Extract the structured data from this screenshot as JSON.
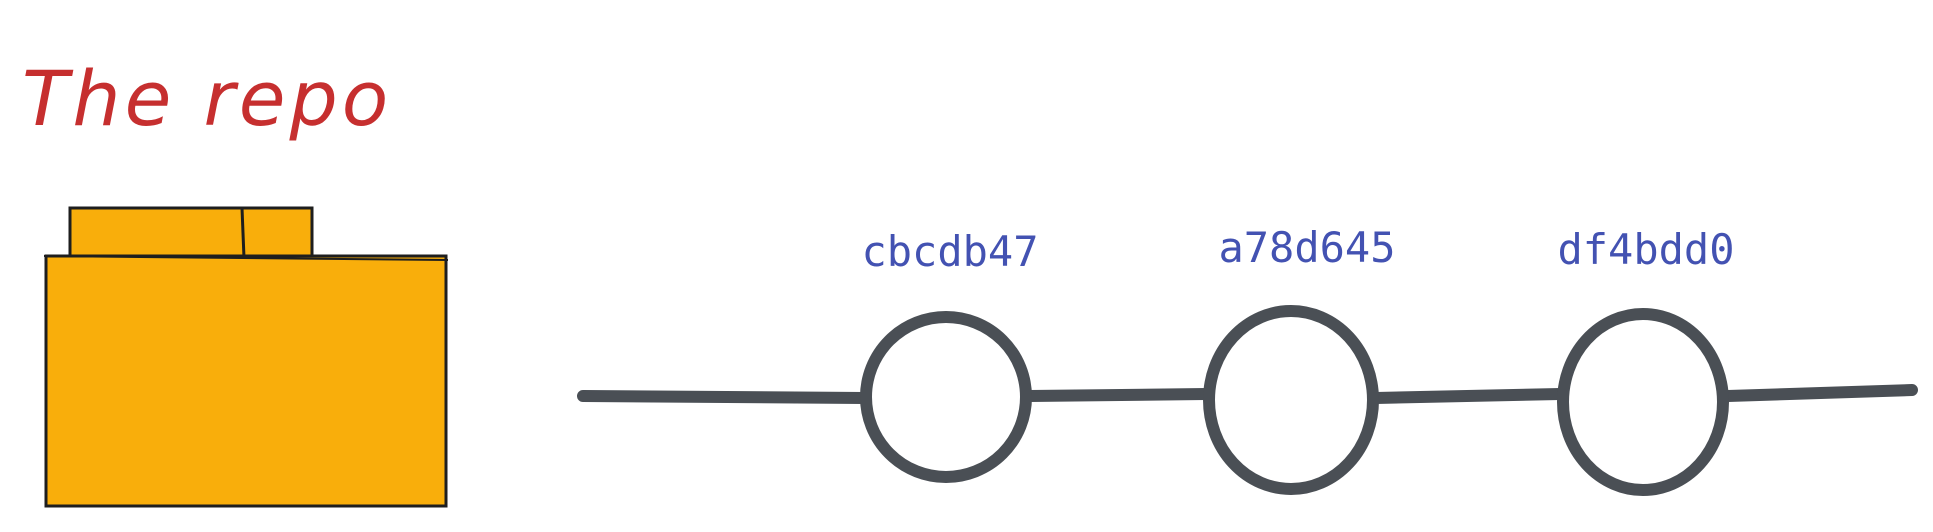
{
  "title": "The repo",
  "colors": {
    "title": "#c62f2f",
    "folder": "#f9ae0b",
    "hash": "#4352b2",
    "line": "#4a4f55"
  },
  "folder": {
    "icon": "folder-icon"
  },
  "commits": [
    {
      "hash": "cbcdb47"
    },
    {
      "hash": "a78d645"
    },
    {
      "hash": "df4bdd0"
    }
  ]
}
